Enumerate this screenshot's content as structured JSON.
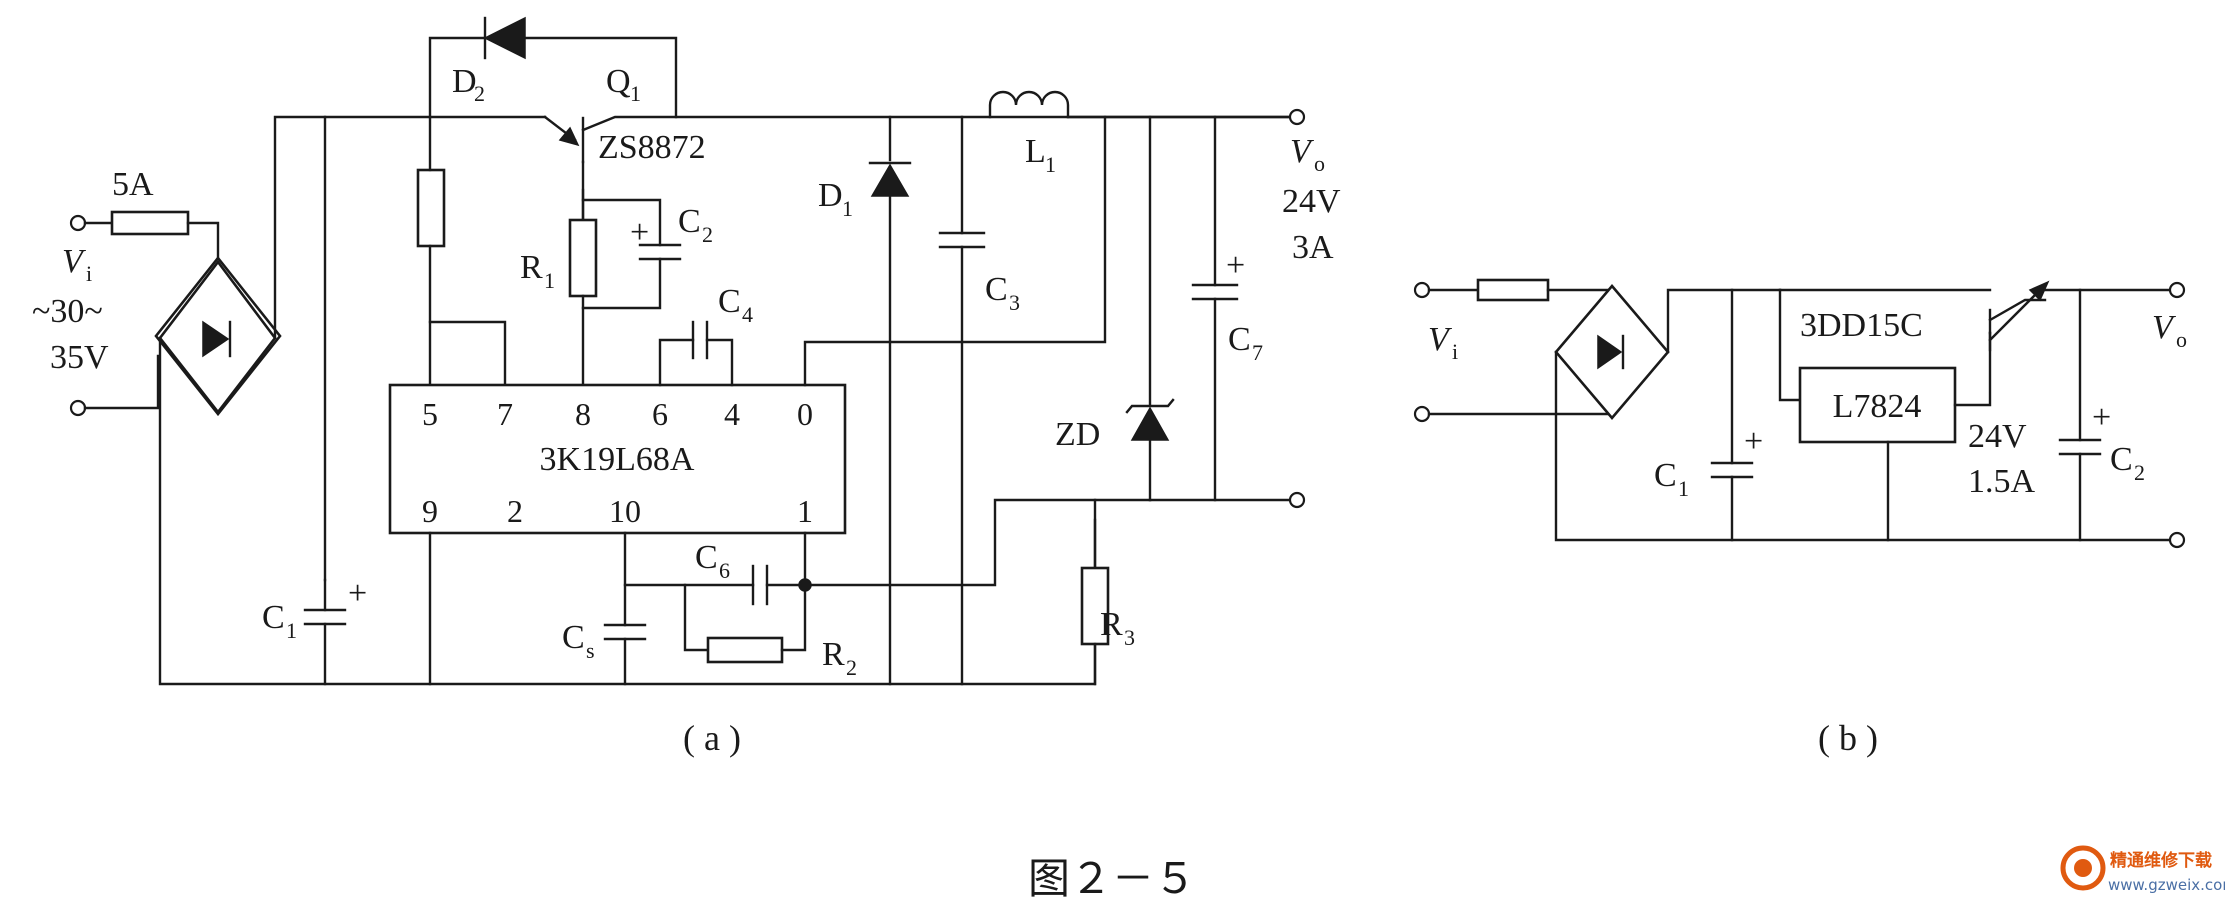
{
  "figure_title": "图２－５",
  "panel_a": {
    "caption": "( a )",
    "ic_name": "3K19L68A",
    "ic_pins_top": [
      "5",
      "7",
      "8",
      "6",
      "4",
      "0"
    ],
    "ic_pins_bottom": [
      "9",
      "2",
      "10",
      "1"
    ],
    "fuse_rating": "5A",
    "input_label": "V",
    "input_sub": "i",
    "input_range_line1": "~30~",
    "input_range_line2": "35V",
    "output_label": "V",
    "output_sub": "o",
    "output_voltage": "24V",
    "output_current": "3A",
    "transistor_model": "ZS8872",
    "labels": {
      "D2": "D",
      "D2_sub": "2",
      "Q1": "Q",
      "Q1_sub": "1",
      "D1": "D",
      "D1_sub": "1",
      "L1": "L",
      "L1_sub": "1",
      "C1": "C",
      "C1_sub": "1",
      "C2": "C",
      "C2_sub": "2",
      "C3": "C",
      "C3_sub": "3",
      "C4": "C",
      "C4_sub": "4",
      "C6": "C",
      "C6_sub": "6",
      "C7": "C",
      "C7_sub": "7",
      "Cs": "C",
      "Cs_sub": "s",
      "R1": "R",
      "R1_sub": "1",
      "R2": "R",
      "R2_sub": "2",
      "R3": "R",
      "R3_sub": "3",
      "ZD": "ZD"
    }
  },
  "panel_b": {
    "caption": "( b )",
    "regulator": "L7824",
    "transistor_model": "3DD15C",
    "input_label": "V",
    "input_sub": "i",
    "output_label": "V",
    "output_sub": "o",
    "output_voltage": "24V",
    "output_current": "1.5A",
    "labels": {
      "C1": "C",
      "C1_sub": "1",
      "C2": "C",
      "C2_sub": "2"
    }
  },
  "watermark": {
    "line1": "精通维修下载",
    "line2": "www.gzweix.com"
  }
}
